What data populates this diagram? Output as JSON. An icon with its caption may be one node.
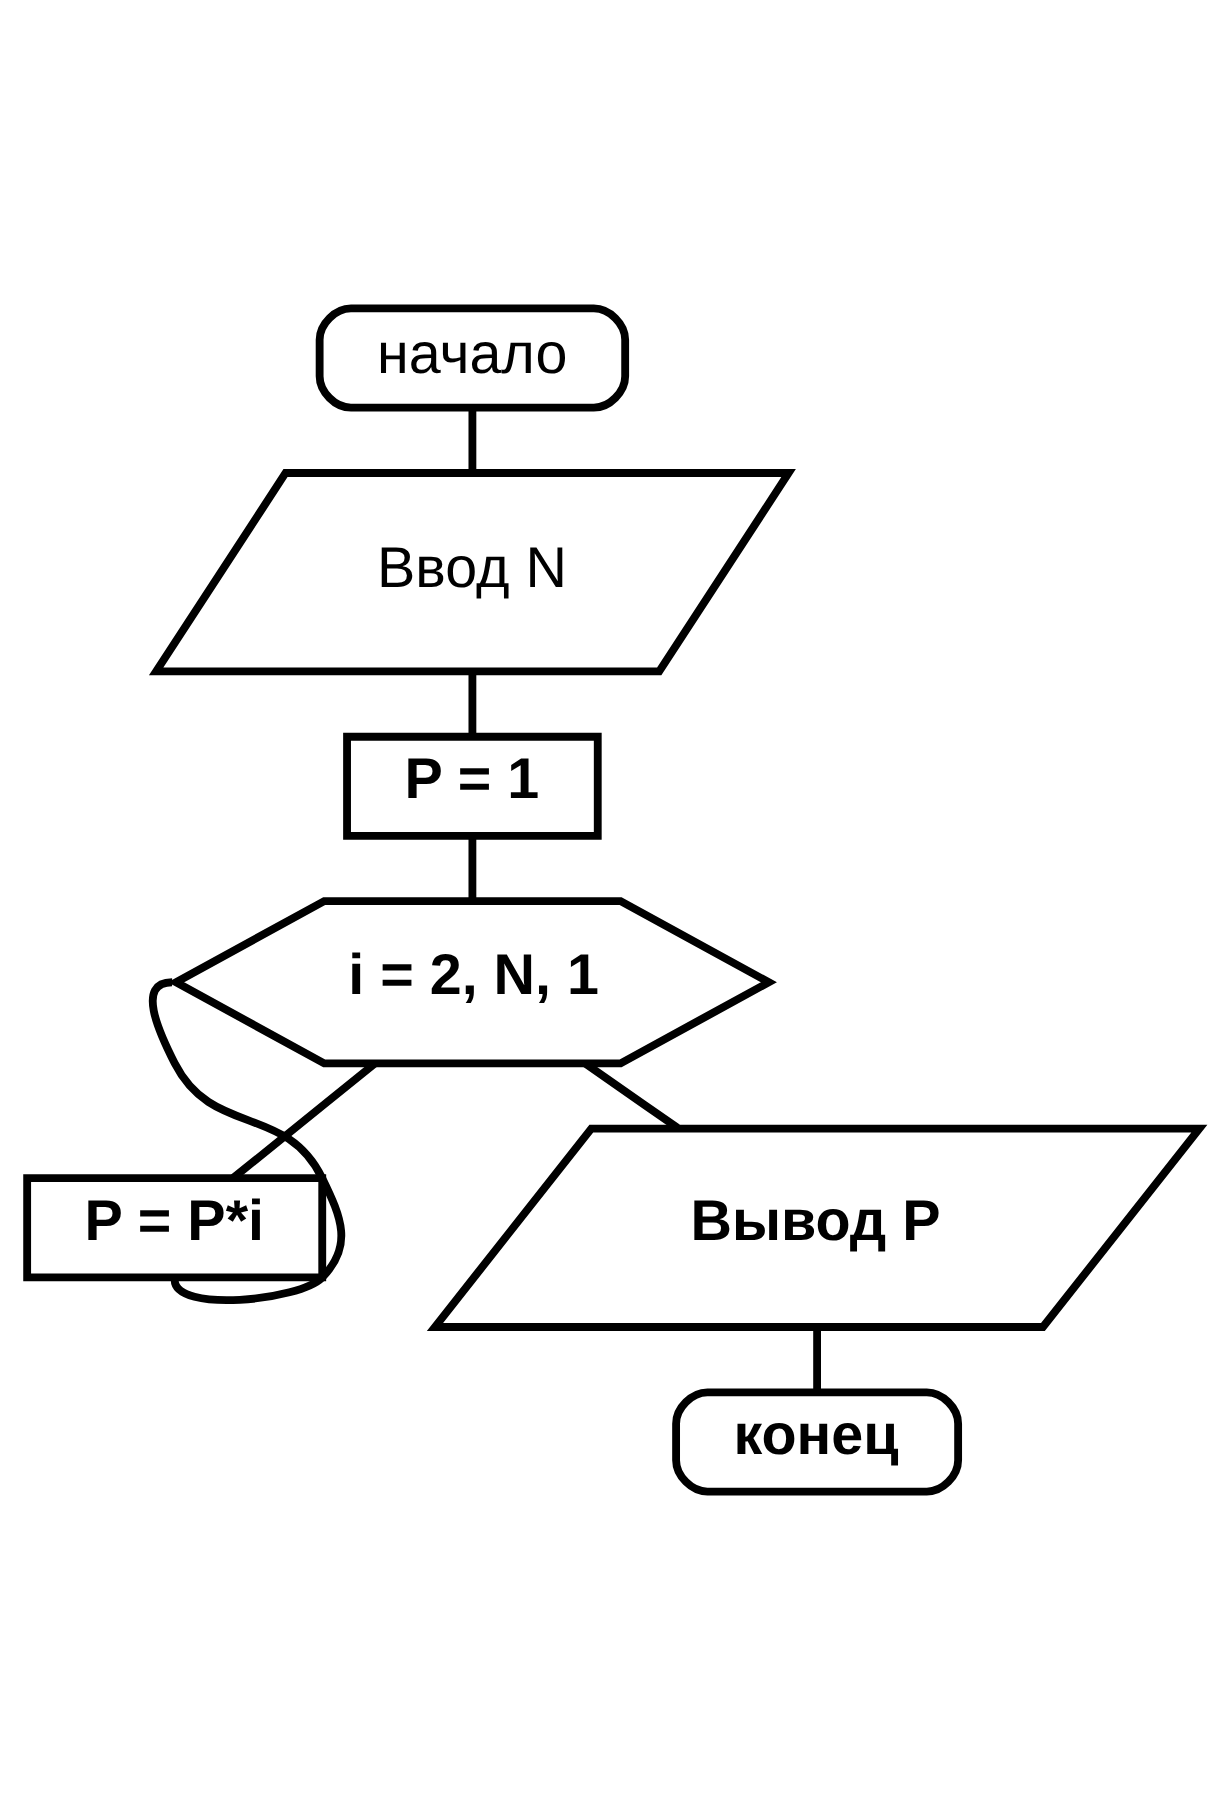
{
  "diagram": {
    "nodes": [
      {
        "text": [
          "начало"
        ]
      },
      {
        "text": [
          "Ввод N"
        ]
      },
      {
        "text": [
          "P = 1"
        ]
      },
      {
        "text": [
          "i = 2, N, 1"
        ]
      },
      {
        "text": [
          "P = P*i"
        ]
      },
      {
        "text": [
          "Вывод P"
        ]
      },
      {
        "text": [
          "конец"
        ]
      }
    ],
    "edges": [
      {
        "from": 0,
        "to": 1,
        "arrow": "none"
      },
      {
        "from": 1,
        "to": 2,
        "arrow": "none"
      },
      {
        "from": 2,
        "to": 3,
        "arrow": "none"
      },
      {
        "from": 3,
        "to": 4,
        "arrow": "none"
      },
      {
        "from": 4,
        "to": 3,
        "arrow": "none"
      },
      {
        "from": 3,
        "to": 5,
        "arrow": "none"
      },
      {
        "from": 5,
        "to": 6,
        "arrow": "none"
      }
    ]
  }
}
